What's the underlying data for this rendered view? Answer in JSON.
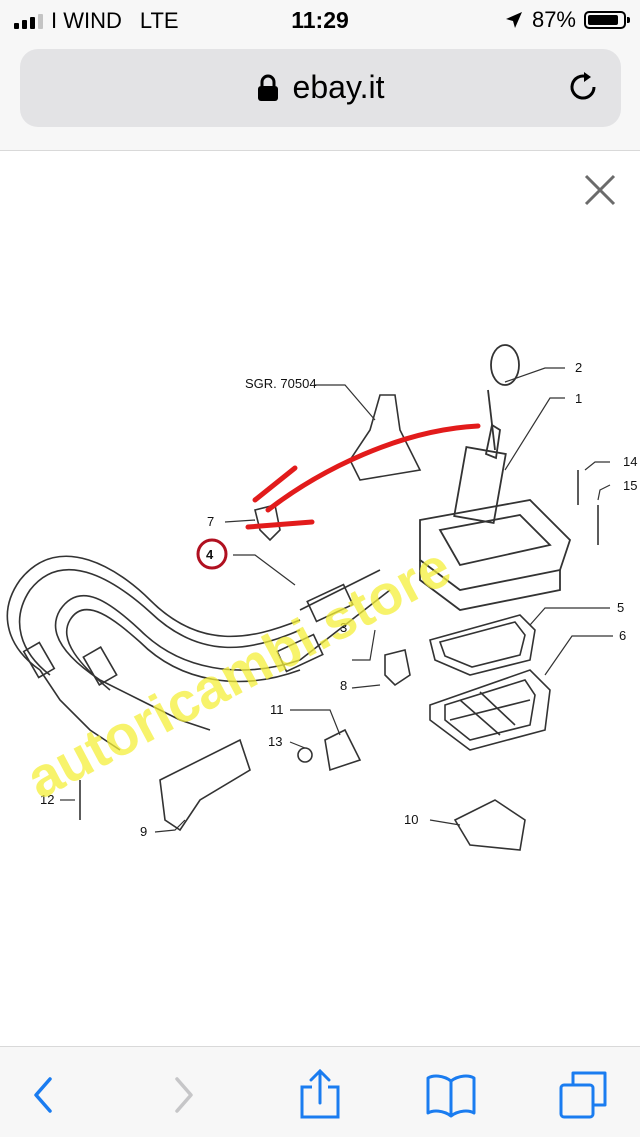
{
  "status_bar": {
    "carrier": "I WIND",
    "network": "LTE",
    "time": "11:29",
    "battery": "87%",
    "battery_level": 0.87
  },
  "browser": {
    "url": "ebay.it"
  },
  "diagram": {
    "ref_code": "SGR. 70504",
    "callouts": [
      "1",
      "2",
      "3",
      "4",
      "5",
      "6",
      "7",
      "8",
      "9",
      "10",
      "11",
      "12",
      "13",
      "14",
      "15"
    ],
    "watermark": "autoricambi.store"
  },
  "colors": {
    "accent": "#1a7cf0",
    "arrow": "#e21b1b",
    "watermark": "#f4ef3a"
  }
}
